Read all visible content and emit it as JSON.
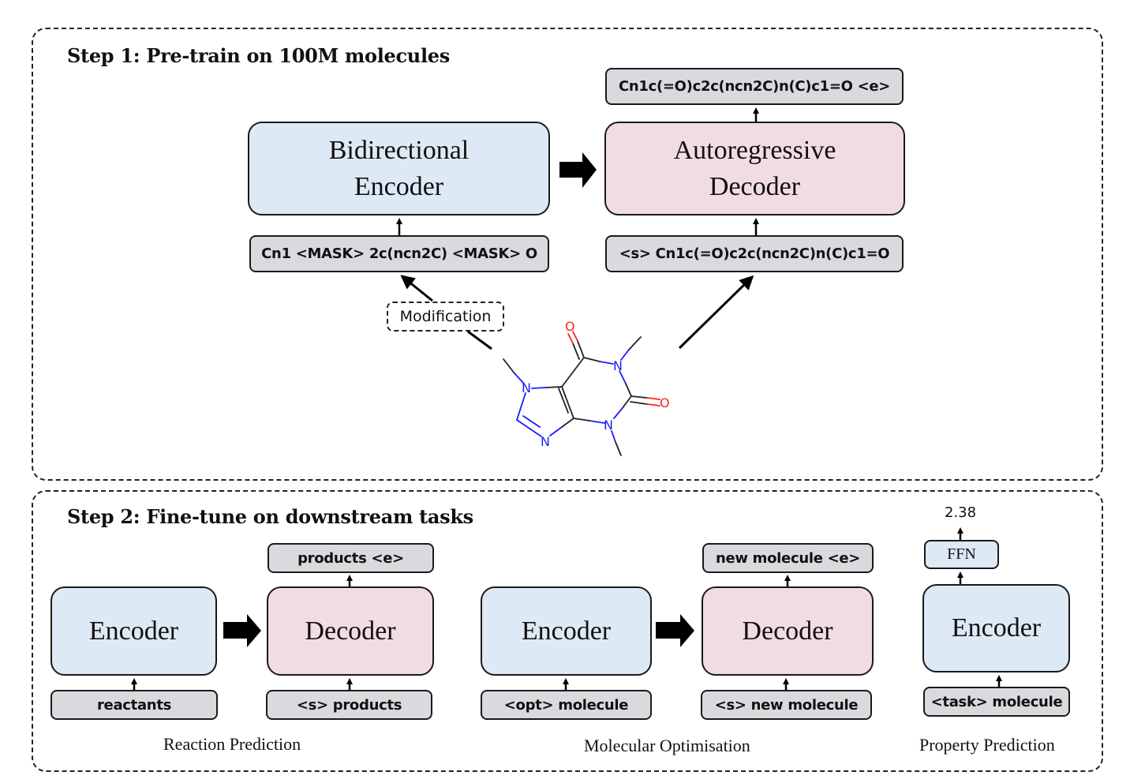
{
  "step1": {
    "title": "Step 1: Pre-train on 100M molecules",
    "encoder_line1": "Bidirectional",
    "encoder_line2": "Encoder",
    "decoder_line1": "Autoregressive",
    "decoder_line2": "Decoder",
    "encoder_input": "Cn1 <MASK> 2c(ncn2C) <MASK> O",
    "decoder_input": "<s> Cn1c(=O)c2c(ncn2C)n(C)c1=O",
    "decoder_output": "Cn1c(=O)c2c(ncn2C)n(C)c1=O <e>",
    "modification_label": "Modification",
    "molecule": {
      "name": "caffeine",
      "atoms": {
        "N": "N",
        "O": "O"
      },
      "colors": {
        "carbon_bond": "#222222",
        "nitrogen": "#1a1aff",
        "oxygen": "#ff2020"
      }
    }
  },
  "step2": {
    "title": "Step 2: Fine-tune on downstream tasks",
    "tasks": [
      {
        "caption": "Reaction Prediction",
        "encoder_label": "Encoder",
        "decoder_label": "Decoder",
        "encoder_input": "reactants",
        "decoder_input": "<s> products",
        "decoder_output": "products <e>"
      },
      {
        "caption": "Molecular Optimisation",
        "encoder_label": "Encoder",
        "decoder_label": "Decoder",
        "encoder_input": "<opt> molecule",
        "decoder_input": "<s> new molecule",
        "decoder_output": "new molecule <e>"
      },
      {
        "caption": "Property Prediction",
        "encoder_label": "Encoder",
        "ffn_label": "FFN",
        "encoder_input": "<task> molecule",
        "output_value": "2.38"
      }
    ]
  },
  "colors": {
    "encoder_fill": "#dde9f5",
    "decoder_fill": "#f2dce3",
    "token_fill": "#dadade",
    "border": "#1a1a1a"
  }
}
